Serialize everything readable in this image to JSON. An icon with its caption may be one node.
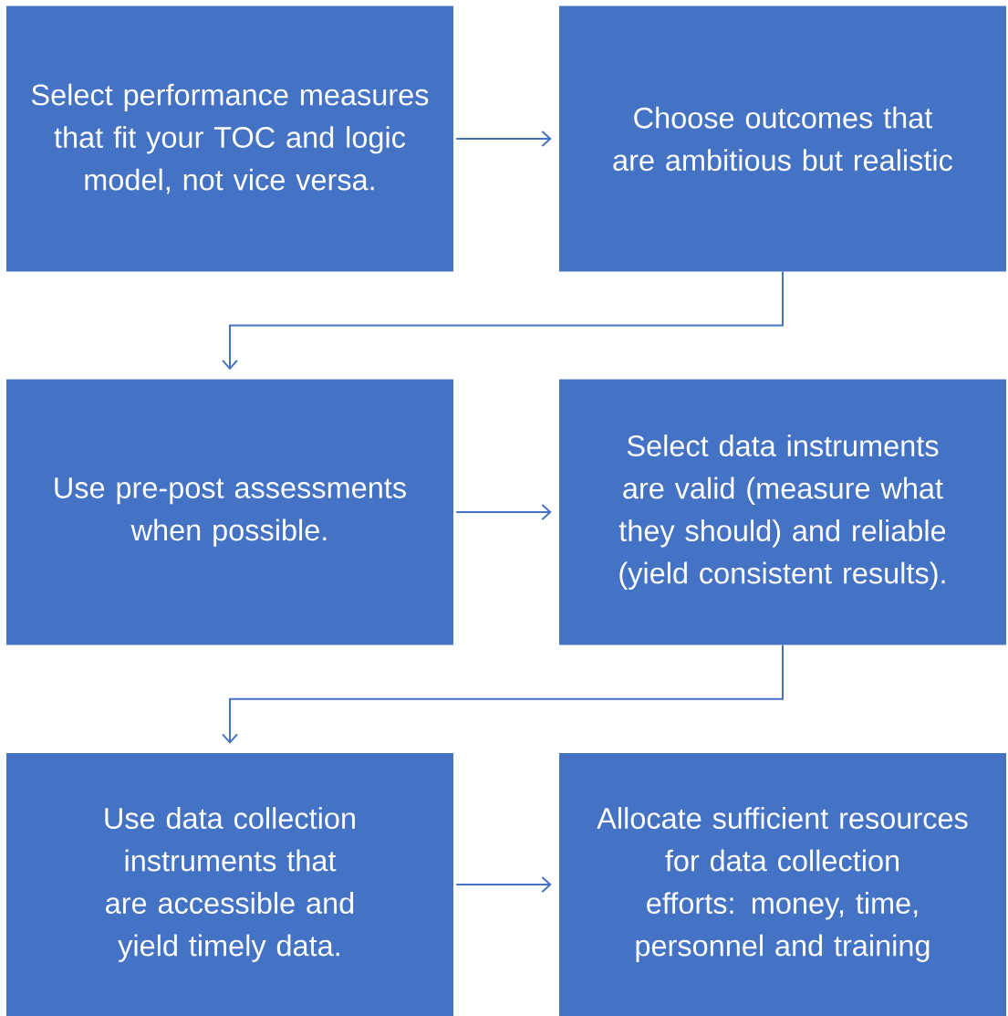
{
  "diagram": {
    "nodes": [
      {
        "text": [
          "Select performance measures that fit your TOC and logic model, not vice versa."
        ]
      },
      {
        "text": [
          "Choose outcomes that are ambitious but realistic"
        ]
      },
      {
        "text": [
          "Use pre-post assessments when possible."
        ]
      },
      {
        "text": [
          "Select data instruments are valid (measure what they should) and reliable (yield consistent results)."
        ]
      },
      {
        "text": [
          "Use data collection instruments that are accessible and yield timely data."
        ]
      },
      {
        "text": [
          "Allocate sufficient resources for data collection efforts: money, time, personnel and training"
        ]
      }
    ],
    "edges": [
      {
        "from": 0,
        "to": 1,
        "arrow": "to"
      },
      {
        "from": 1,
        "to": 2,
        "arrow": "to"
      },
      {
        "from": 2,
        "to": 3,
        "arrow": "to"
      },
      {
        "from": 3,
        "to": 4,
        "arrow": "to"
      },
      {
        "from": 4,
        "to": 5,
        "arrow": "to"
      }
    ]
  }
}
